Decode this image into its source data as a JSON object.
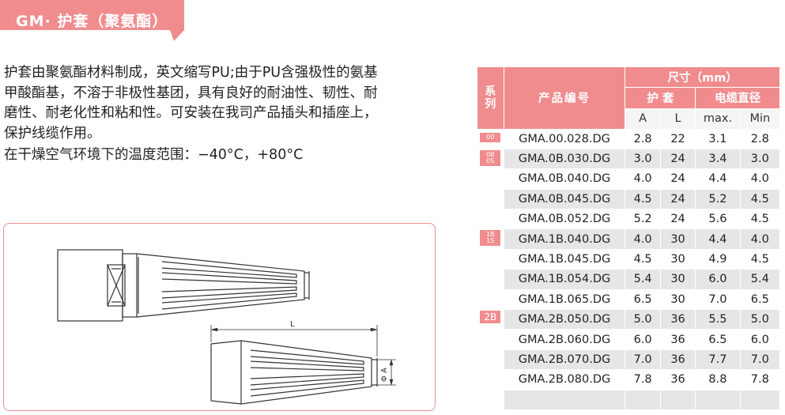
{
  "title": "GM· 护套（聚氨酯）",
  "intro": {
    "lines": [
      "护套由聚氨酯材料制成，英文缩写PU;由于PU含强极性的氨基",
      "甲酸酯基，不溶于非极性基团，具有良好的耐油性、韧性、耐",
      "磨性、耐老化性和粘和性。可安装在我司产品插头和插座上，",
      "保护线缆作用。"
    ],
    "temperature": "在干燥空气环境下的温度范围：−40°C，+80°C"
  },
  "drawing": {
    "dim_L": "L",
    "dim_A": "Φ A"
  },
  "table": {
    "header": {
      "series": "系列",
      "product_code": "产品编号",
      "size": "尺寸（mm）",
      "sleeve": "护  套",
      "cable_diameter": "电缆直径",
      "col_a": "A",
      "col_l": "L",
      "col_max": "max.",
      "col_min": "Min"
    },
    "groups": [
      {
        "tag": "00",
        "rows": [
          {
            "code": "GMA.00.028.DG",
            "a": "2.8",
            "l": "22",
            "max": "3.1",
            "min": "2.8"
          }
        ]
      },
      {
        "tag": "0B 0S",
        "rows": [
          {
            "code": "GMA.0B.030.DG",
            "a": "3.0",
            "l": "24",
            "max": "3.4",
            "min": "3.0"
          },
          {
            "code": "GMA.0B.040.DG",
            "a": "4.0",
            "l": "24",
            "max": "4.4",
            "min": "4.0"
          },
          {
            "code": "GMA.0B.045.DG",
            "a": "4.5",
            "l": "24",
            "max": "5.2",
            "min": "4.5"
          },
          {
            "code": "GMA.0B.052.DG",
            "a": "5.2",
            "l": "24",
            "max": "5.6",
            "min": "4.5"
          }
        ]
      },
      {
        "tag": "1B 1S",
        "rows": [
          {
            "code": "GMA.1B.040.DG",
            "a": "4.0",
            "l": "30",
            "max": "4.4",
            "min": "4.0"
          },
          {
            "code": "GMA.1B.045.DG",
            "a": "4.5",
            "l": "30",
            "max": "4.9",
            "min": "4.5"
          },
          {
            "code": "GMA.1B.054.DG",
            "a": "5.4",
            "l": "30",
            "max": "6.0",
            "min": "5.4"
          },
          {
            "code": "GMA.1B.065.DG",
            "a": "6.5",
            "l": "30",
            "max": "7.0",
            "min": "6.5"
          }
        ]
      },
      {
        "tag": "2B",
        "rows": [
          {
            "code": "GMA.2B.050.DG",
            "a": "5.0",
            "l": "36",
            "max": "5.5",
            "min": "5.0"
          },
          {
            "code": "GMA.2B.060.DG",
            "a": "6.0",
            "l": "36",
            "max": "6.5",
            "min": "6.0"
          },
          {
            "code": "GMA.2B.070.DG",
            "a": "7.0",
            "l": "36",
            "max": "7.7",
            "min": "7.0"
          },
          {
            "code": "GMA.2B.080.DG",
            "a": "7.8",
            "l": "36",
            "max": "8.8",
            "min": "7.8"
          }
        ]
      }
    ]
  },
  "colors": {
    "accent": "#f08c8e",
    "row_shade": "#e6e6e6"
  }
}
